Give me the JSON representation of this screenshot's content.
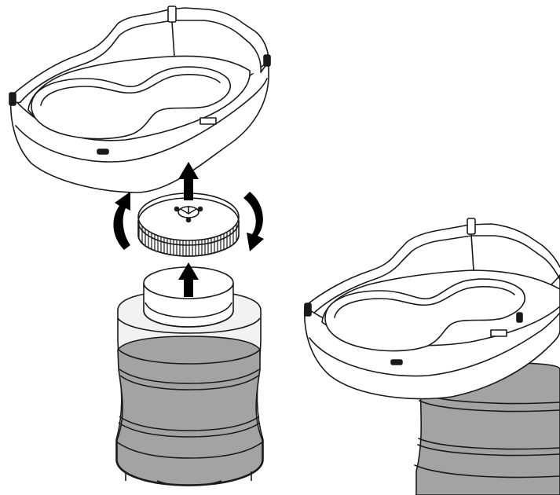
{
  "figure": {
    "kind": "assembly-instruction-illustration",
    "colors": {
      "line": "#1a1a1a",
      "background": "#ffffff",
      "tray_fill": "#ffffff",
      "jar_glass": "#f2f2f2",
      "water": "#a3a3a3",
      "water_dark": "#8f8f8f",
      "arrow": "#000000"
    },
    "parts": [
      "upper-tray",
      "screw-cap",
      "water-jar",
      "assembled-unit"
    ],
    "icons": [
      "arrow-up-icon",
      "rotate-counterclockwise-arrow-icon",
      "rotate-clockwise-arrow-icon"
    ],
    "text": []
  }
}
